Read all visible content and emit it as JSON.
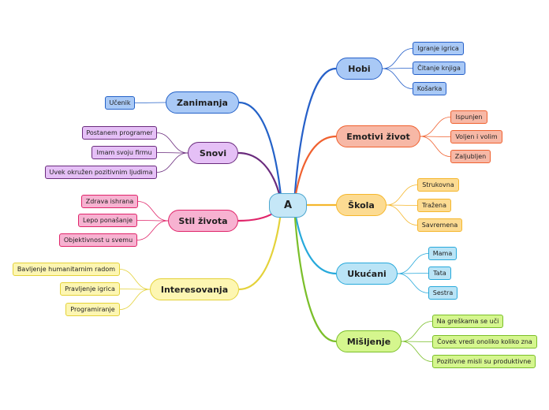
{
  "center": {
    "label": "A"
  },
  "branches": [
    {
      "label": "Hobi",
      "color": "#2660c9",
      "fill": "#a9c9f6",
      "children": [
        "Igranje igrica",
        "Čitanje knjiga",
        "Košarka"
      ]
    },
    {
      "label": "Emotivi život",
      "color": "#f0612f",
      "fill": "#f7b8a6",
      "children": [
        "Ispunjen",
        "Voljen i volim",
        "Zaljubljen"
      ]
    },
    {
      "label": "Škola",
      "color": "#f5b72c",
      "fill": "#fcdb92",
      "children": [
        "Strukovna",
        "Tražena",
        "Savremena"
      ]
    },
    {
      "label": "Ukućani",
      "color": "#27a9db",
      "fill": "#bae4f6",
      "children": [
        "Mama",
        "Tata",
        "Sestra"
      ]
    },
    {
      "label": "Mišljenje",
      "color": "#7bbf2a",
      "fill": "#d5f68e",
      "children": [
        "Na greškama se uči",
        "Čovek vredi onoliko koliko zna",
        "Pozitivne misli su produktivne"
      ]
    },
    {
      "label": "Zanimanja",
      "color": "#2462c8",
      "fill": "#a9c9f6",
      "children": [
        "Učenik"
      ]
    },
    {
      "label": "Snovi",
      "color": "#6a2b7d",
      "fill": "#e5c0f6",
      "children": [
        "Postanem programer",
        "Imam svoju firmu",
        "Uvek okružen pozitivnim ljudima"
      ]
    },
    {
      "label": "Stil života",
      "color": "#e0256a",
      "fill": "#f7b2d1",
      "children": [
        "Zdrava ishrana",
        "Lepo ponašanje",
        "Objektivnost u svemu"
      ]
    },
    {
      "label": "Interesovanja",
      "color": "#e4d23a",
      "fill": "#fdf6b2",
      "children": [
        "Bavljenje humanitarnim radom",
        "Pravljenje igrica",
        "Programiranje"
      ]
    }
  ]
}
